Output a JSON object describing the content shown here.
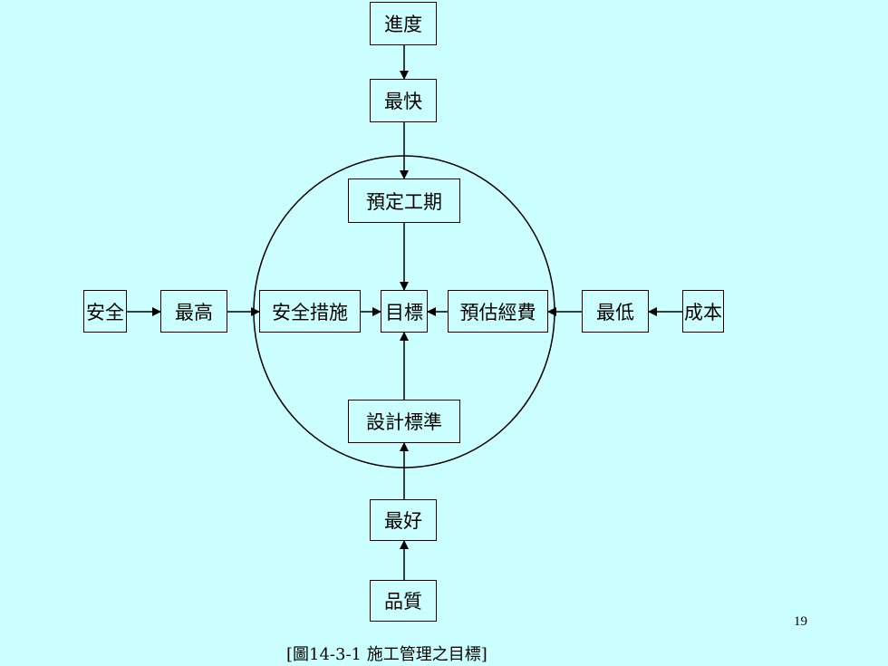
{
  "diagram": {
    "nodes": {
      "progress": "進度",
      "fastest": "最快",
      "planned_schedule": "預定工期",
      "target": "目標",
      "safety": "安全",
      "highest": "最高",
      "safety_measures": "安全措施",
      "estimated_cost": "預估經費",
      "lowest": "最低",
      "cost": "成本",
      "design_standard": "設計標準",
      "best": "最好",
      "quality": "品質"
    }
  },
  "page_number": "19",
  "caption": "[圖14-3-1  施工管理之目標]",
  "colors": {
    "background": "#ccffff",
    "stroke": "#000000"
  }
}
